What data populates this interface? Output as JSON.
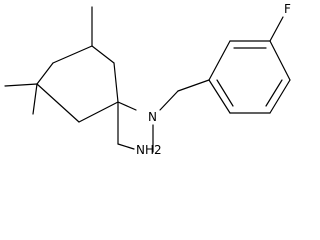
{
  "molecule": {
    "atoms": {
      "nitrogen": "N",
      "fluorine": "F",
      "amine": "NH2"
    },
    "colors": {
      "bond": "#000000",
      "label": "#000000",
      "background": "#ffffff"
    }
  }
}
